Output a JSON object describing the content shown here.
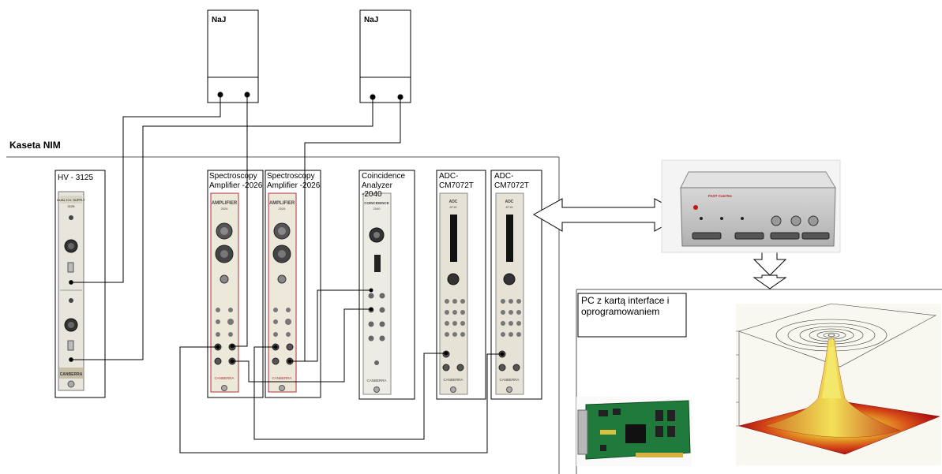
{
  "detectors": [
    {
      "label": "NaJ"
    },
    {
      "label": "NaJ"
    }
  ],
  "crate": {
    "label": "Kaseta NIM"
  },
  "modules": [
    {
      "label": "HV - 3125",
      "panel": {
        "title": "DUAL H.V. SUPPLY",
        "model": "3125",
        "brand": "CANBERRA"
      }
    },
    {
      "label": "Spectroscopy Amplifier -2026",
      "panel": {
        "title": "AMPLIFIER",
        "model": "2026",
        "brand": "CANBERRA"
      }
    },
    {
      "label": "Spectroscopy Amplifier -2026",
      "panel": {
        "title": "AMPLIFIER",
        "model": "2026",
        "brand": "CANBERRA"
      }
    },
    {
      "label": "Coincidence Analyzer -2040",
      "panel": {
        "title": "COINCIDENCE",
        "model": "2040",
        "brand": "CANBERRA"
      }
    },
    {
      "label": "ADC- CM7072T",
      "panel": {
        "title": "ADC",
        "model": "8715",
        "brand": "CANBERRA"
      }
    },
    {
      "label": "ADC- CM7072T",
      "panel": {
        "title": "ADC",
        "model": "8715",
        "brand": "CANBERRA"
      }
    }
  ],
  "interface_box": {
    "brand": "FAST ComTec"
  },
  "pc": {
    "label": "PC z kartą interface i oprogramowaniem"
  },
  "colors": {
    "line": "#000000",
    "panel": "#e4e0d0",
    "panel_dark": "#c8c3b0",
    "red_text": "#b0303a",
    "surface_red": "#b81818",
    "surface_yellow": "#f0e040"
  }
}
